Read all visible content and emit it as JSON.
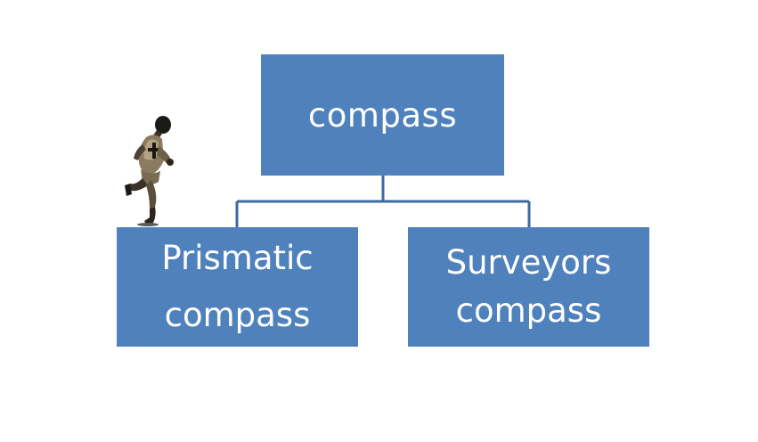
{
  "diagram": {
    "root": {
      "label": "compass"
    },
    "children": [
      {
        "line1": "Prismatic",
        "line2": "compass"
      },
      {
        "line1": "Surveyors",
        "line2": "compass"
      }
    ],
    "colors": {
      "box_fill": "#4f81bd",
      "connector": "#3f6a9f",
      "text": "#ffffff"
    },
    "decoration": {
      "icon": "running-man-icon"
    }
  }
}
